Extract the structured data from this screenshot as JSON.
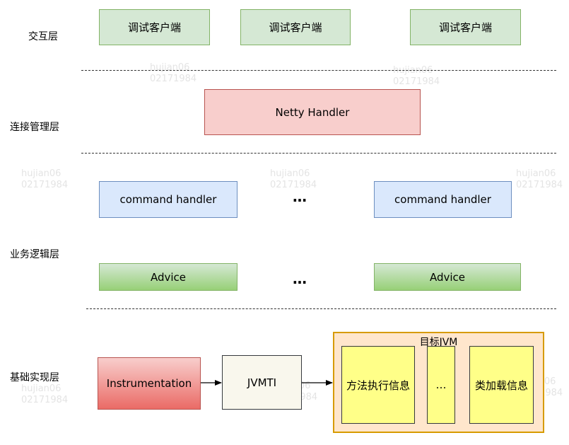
{
  "layers": {
    "interaction": "交互层",
    "connection": "连接管理层",
    "business": "业务逻辑层",
    "foundation": "基础实现层"
  },
  "clients": [
    "调试客户端",
    "调试客户端",
    "调试客户端"
  ],
  "netty": "Netty Handler",
  "command_handlers": [
    "command handler",
    "command handler"
  ],
  "advice": [
    "Advice",
    "Advice"
  ],
  "ellipsis": "…",
  "instrumentation": "Instrumentation",
  "jvmti": "JVMTI",
  "target_jvm": {
    "title": "目标JVM",
    "items": [
      "方法执行信息",
      "…",
      "类加载信息"
    ]
  },
  "watermark": {
    "name": "hujian06",
    "id": "02171984"
  }
}
